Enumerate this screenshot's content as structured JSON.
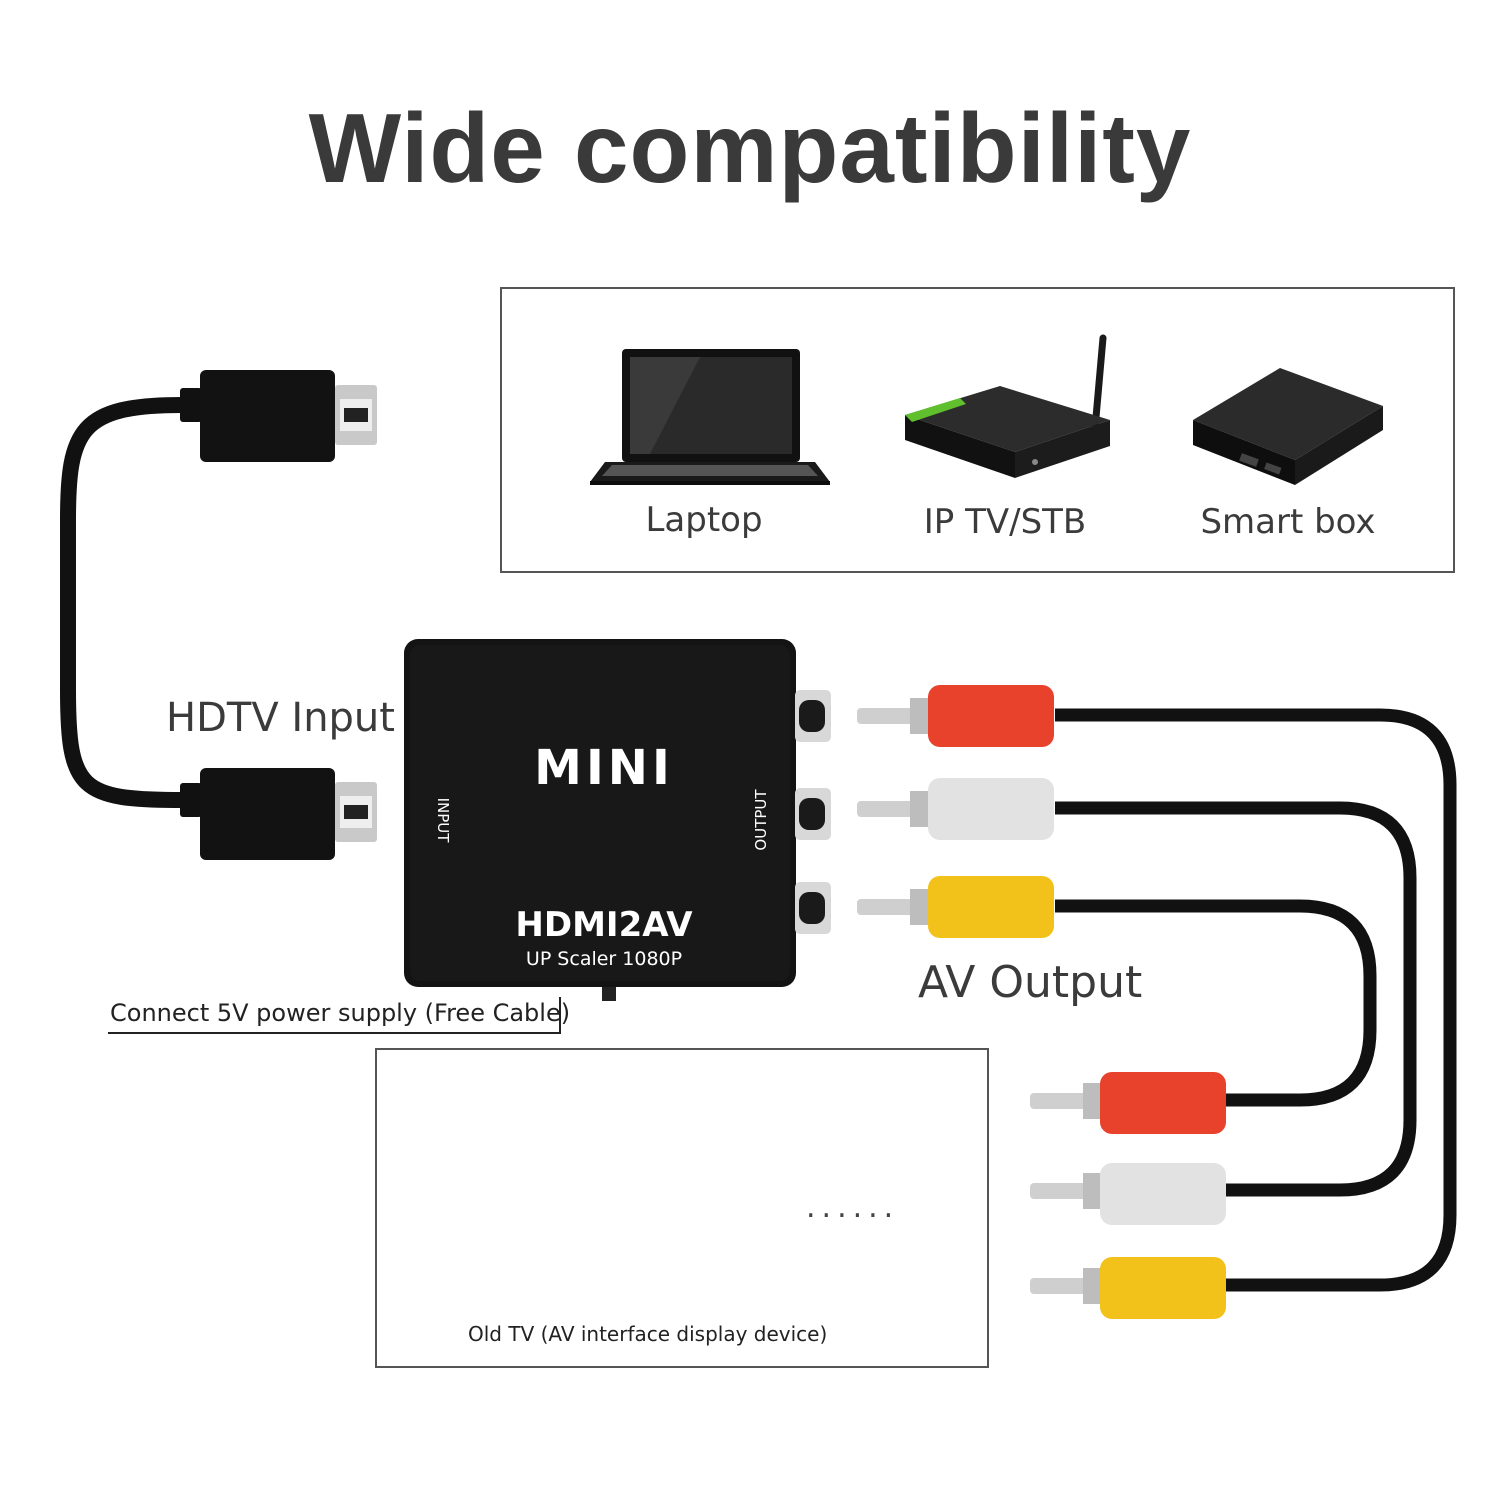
{
  "title": "Wide compatibility",
  "devices": [
    {
      "label": "Laptop",
      "icon": "laptop-icon"
    },
    {
      "label": "IP TV/STB",
      "icon": "set-top-box-icon"
    },
    {
      "label": "Smart box",
      "icon": "smart-box-icon"
    }
  ],
  "converter": {
    "brand": "MINI",
    "model": "HDMI2AV",
    "subtitle": "UP Scaler 1080P",
    "input_label": "INPUT",
    "output_label": "OUTPUT"
  },
  "labels": {
    "hdtv_input": "HDTV Input",
    "av_output": "AV Output",
    "power_note": "Connect 5V power supply (Free Cable)",
    "tv_caption": "Old TV (AV interface display device)",
    "more": "......"
  },
  "colors": {
    "rca_red": "#e8412c",
    "rca_white": "#e2e2e2",
    "rca_yellow": "#f2c21a",
    "cable": "#111111",
    "box": "#131313"
  }
}
